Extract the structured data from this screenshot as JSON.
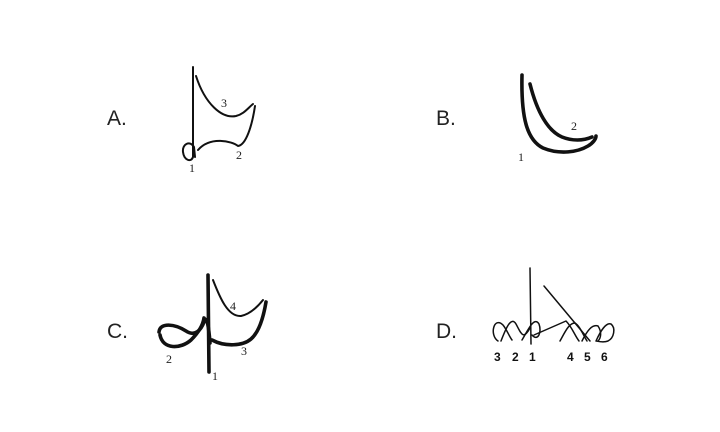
{
  "options": [
    {
      "letter": "A.",
      "labels": [
        "1",
        "2",
        "3"
      ]
    },
    {
      "letter": "B.",
      "labels": [
        "1",
        "2"
      ]
    },
    {
      "letter": "C.",
      "labels": [
        "1",
        "2",
        "3",
        "4"
      ]
    },
    {
      "letter": "D.",
      "labels": [
        "3",
        "2",
        "1",
        "4",
        "5",
        "6"
      ]
    }
  ]
}
